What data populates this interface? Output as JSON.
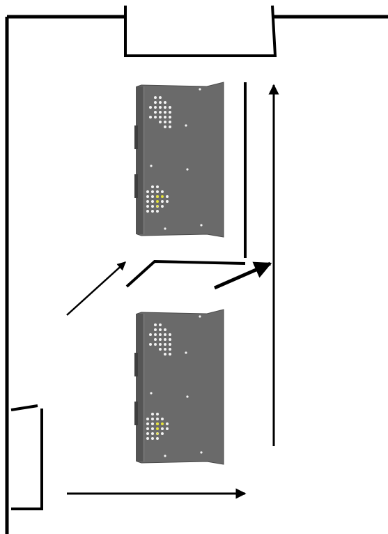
{
  "diagram": {
    "kind": "airflow-layout",
    "colors": {
      "background": "#ffffff",
      "line": "#000000",
      "device_body": "#6a6a6a",
      "device_edge": "#4a4a4a",
      "vent_dot": "#f2f2f2",
      "status_dot": "#e6e23a"
    },
    "components": [
      {
        "id": "device-upper",
        "icon": "server-side-view-icon"
      },
      {
        "id": "device-lower",
        "icon": "server-side-view-icon"
      },
      {
        "id": "top-opening",
        "icon": "vent-opening"
      },
      {
        "id": "bottom-left-opening",
        "icon": "vent-opening"
      }
    ],
    "airflow_arrows": 4
  }
}
